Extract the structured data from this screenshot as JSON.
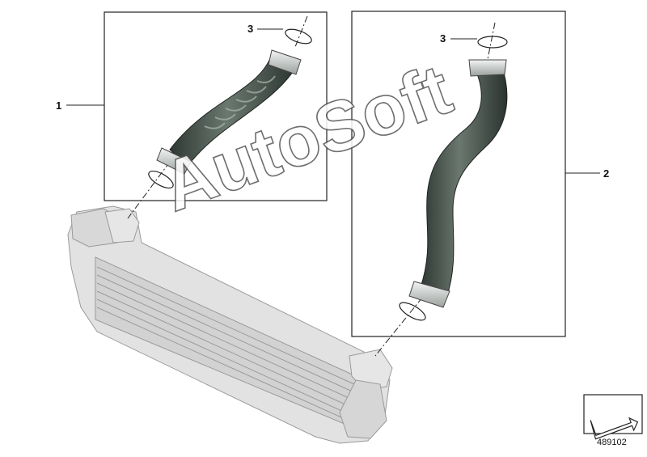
{
  "callouts": [
    {
      "id": "1",
      "label": "1"
    },
    {
      "id": "2",
      "label": "2"
    },
    {
      "id": "3a",
      "label": "3"
    },
    {
      "id": "3b",
      "label": "3"
    }
  ],
  "diagram_number": "489102",
  "watermark": "AutoSoft",
  "icons": {
    "navigation": "arrow-icon"
  },
  "colors": {
    "frame": "#222222",
    "hose_dark": "#3f4a44",
    "hose_mid": "#5d6a62",
    "clamp": "#cfd4d2",
    "intercooler": "#cfcfcf",
    "watermark_stroke": "#555555"
  }
}
